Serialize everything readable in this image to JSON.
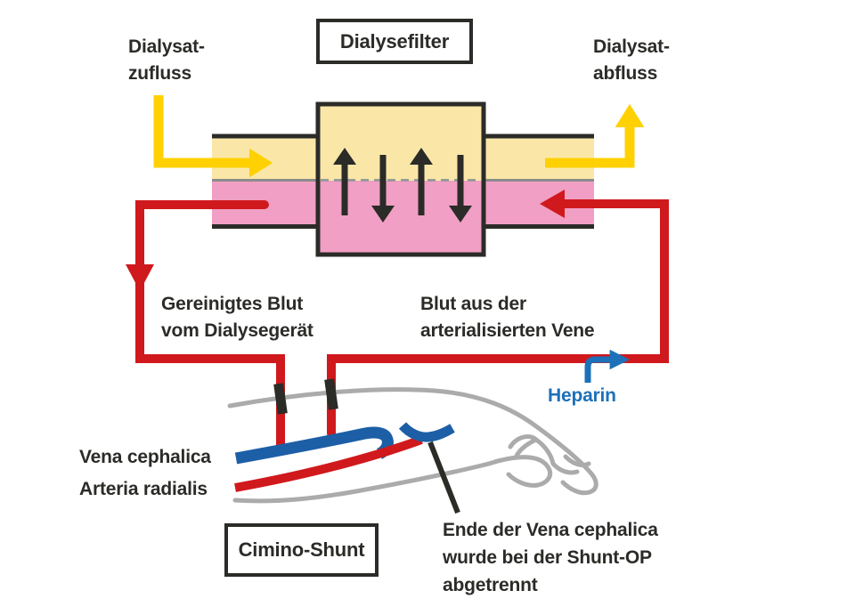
{
  "colors": {
    "background": "#ffffff",
    "ink": "#2b2b28",
    "yellow": "#ffd103",
    "pale_yellow": "#fae7a8",
    "pink": "#f19fc4",
    "red": "#d0191d",
    "blue": "#1d71b8",
    "vein_blue": "#1c5fa6",
    "gray": "#ababab",
    "divider_gray": "#8c8c8c",
    "dash_gray": "#9a9a9a"
  },
  "labels": {
    "dialysat_zufluss": "Dialysat-\nzufluss",
    "dialysefilter": "Dialysefilter",
    "dialysat_abfluss": "Dialysat-\nabfluss",
    "gereinigtes_blut": "Gereinigtes Blut\nvom Dialysegerät",
    "blut_aus_vene": "Blut aus der\narterialisierten Vene",
    "heparin": "Heparin",
    "vena_cephalica": "Vena cephalica",
    "arteria_radialis": "Arteria radialis",
    "cimino_shunt": "Cimino-Shunt",
    "ende_vena_cephalica": "Ende der Vena cephalica\nwurde bei der Shunt-OP\nabgetrennt"
  },
  "diagram": {
    "membrane_arrows": [
      "up",
      "down",
      "up",
      "down"
    ],
    "arrows": {
      "dialysate_inflow": "right",
      "dialysate_outflow": "up",
      "blood_to_filter": "left",
      "cleaned_blood_return": "down",
      "heparin_injection": "right"
    }
  }
}
